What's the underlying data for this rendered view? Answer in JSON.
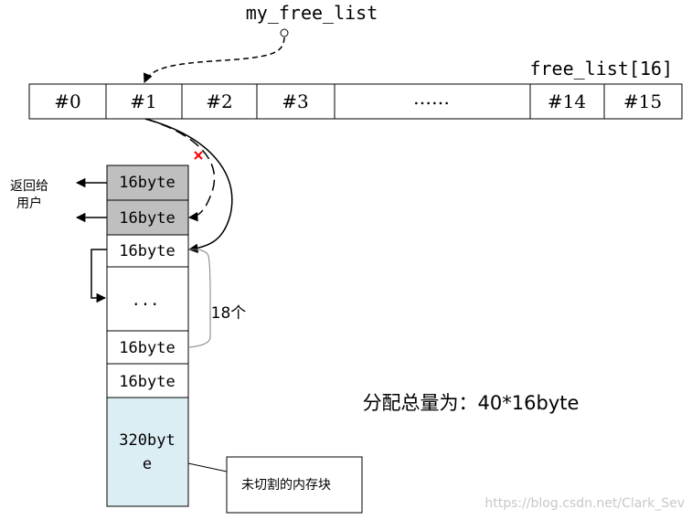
{
  "pointer": {
    "label": "my_free_list"
  },
  "array": {
    "label": "free_list[16]",
    "cells": [
      "#0",
      "#1",
      "#2",
      "#3",
      "……",
      "#14",
      "#15"
    ]
  },
  "chunks": {
    "returned": [
      "16byte",
      "16byte"
    ],
    "list": [
      "16byte",
      "...",
      "16byte",
      "16byte"
    ],
    "remainder": [
      "320byt",
      "e"
    ]
  },
  "labels": {
    "return_to_user": [
      "返回给",
      "用户"
    ],
    "count": "18个",
    "total": "分配总量为：40*16byte",
    "unsplit": "未切割的内存块",
    "watermark": "https://blog.csdn.net/Clark_Sev"
  },
  "colors": {
    "returned_fill": "#bfbfbf",
    "remainder_fill": "#dbeef4",
    "cross": "#ff0000",
    "stroke": "#000000"
  }
}
